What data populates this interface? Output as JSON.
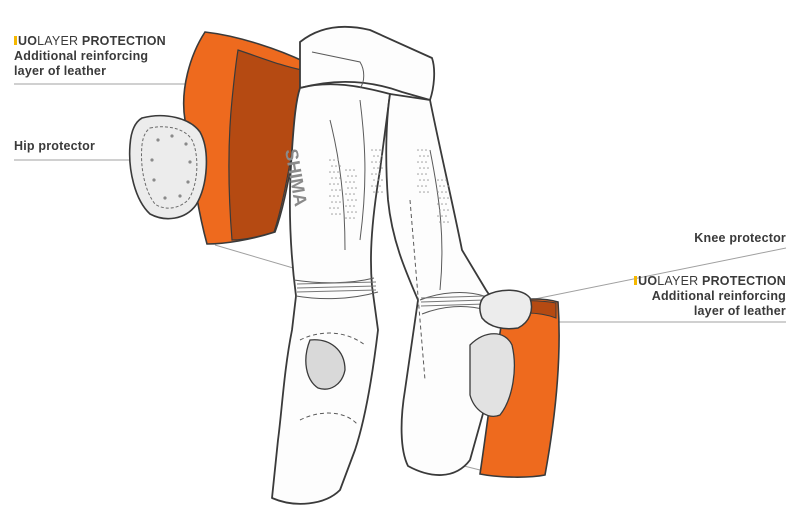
{
  "callouts": {
    "hip_duolayer": {
      "brand_prefix": "UO",
      "brand_mid": "LAYER",
      "brand_suffix": "PROTECTION",
      "line1": "Additional reinforcing",
      "line2": "layer of leather"
    },
    "hip_protector": {
      "label": "Hip protector"
    },
    "knee_protector": {
      "label": "Knee protector"
    },
    "knee_duolayer": {
      "brand_prefix": "UO",
      "brand_mid": "LAYER",
      "brand_suffix": "PROTECTION",
      "line1": "Additional reinforcing",
      "line2": "layer of leather"
    }
  },
  "illustration": {
    "brand_logo_text": "SHIMA",
    "colors": {
      "leather_orange": "#ee6a1e",
      "leather_dark": "#b54a12",
      "protector_fill": "#e9e9e9",
      "outline": "#3a3a3a",
      "brand_mark": "#f5b800"
    }
  }
}
